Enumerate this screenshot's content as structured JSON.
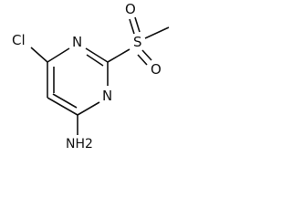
{
  "molecule": {
    "atoms": {
      "chlorine": "Cl",
      "nitrogen_top": "N",
      "nitrogen_right": "N",
      "sulfur": "S",
      "oxygen_top": "O",
      "oxygen_bottom": "O",
      "amine": "NH2"
    }
  }
}
